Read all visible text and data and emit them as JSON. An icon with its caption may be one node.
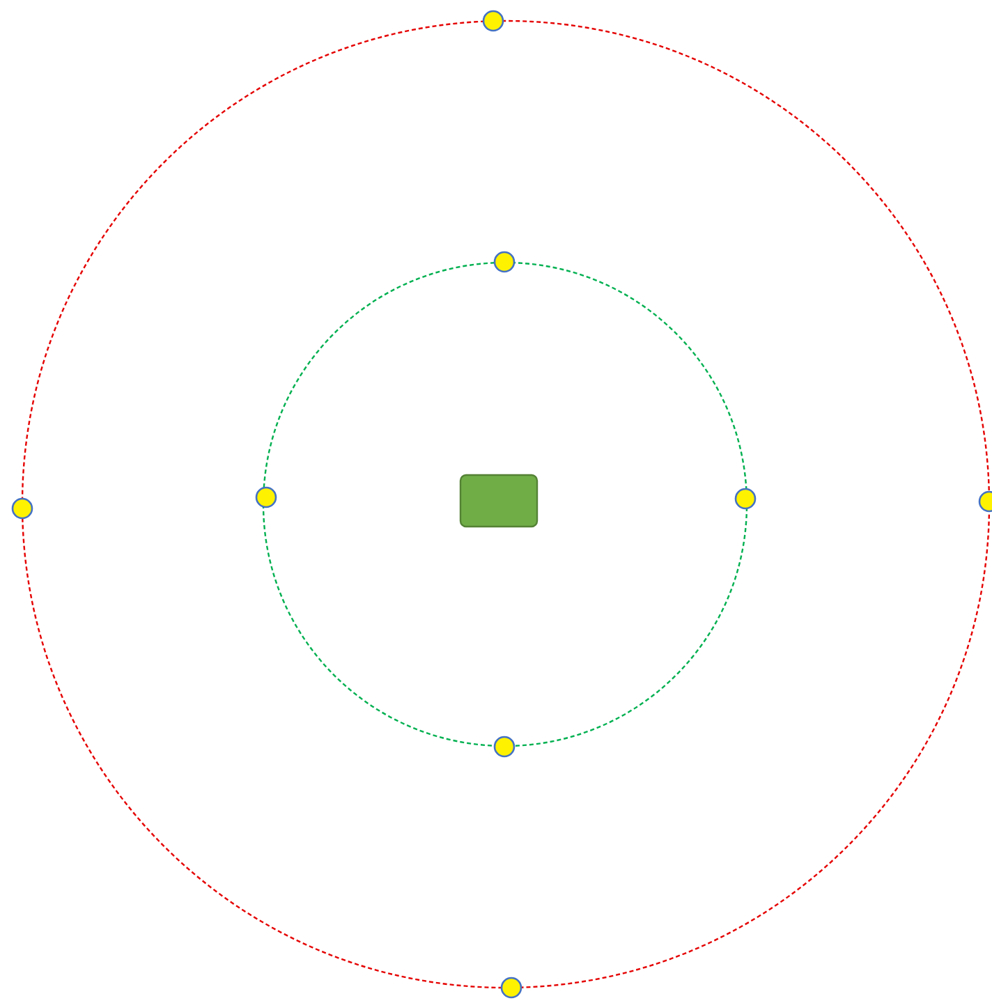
{
  "diagram": {
    "nodes": [
      {
        "text": [],
        "shape": "circle"
      },
      {
        "text": [],
        "shape": "circle",
        "in": 0
      },
      {
        "text": [],
        "shape": "box",
        "in": 1
      },
      {
        "text": [],
        "shape": "circle"
      },
      {
        "text": [],
        "shape": "circle",
        "in": 0
      },
      {
        "text": [],
        "shape": "circle",
        "in": 0
      },
      {
        "text": [],
        "shape": "circle",
        "in": 0
      },
      {
        "text": [],
        "shape": "circle"
      },
      {
        "text": [],
        "shape": "circle"
      },
      {
        "text": [],
        "shape": "circle",
        "in": 0
      },
      {
        "text": [],
        "shape": "circle"
      }
    ]
  }
}
